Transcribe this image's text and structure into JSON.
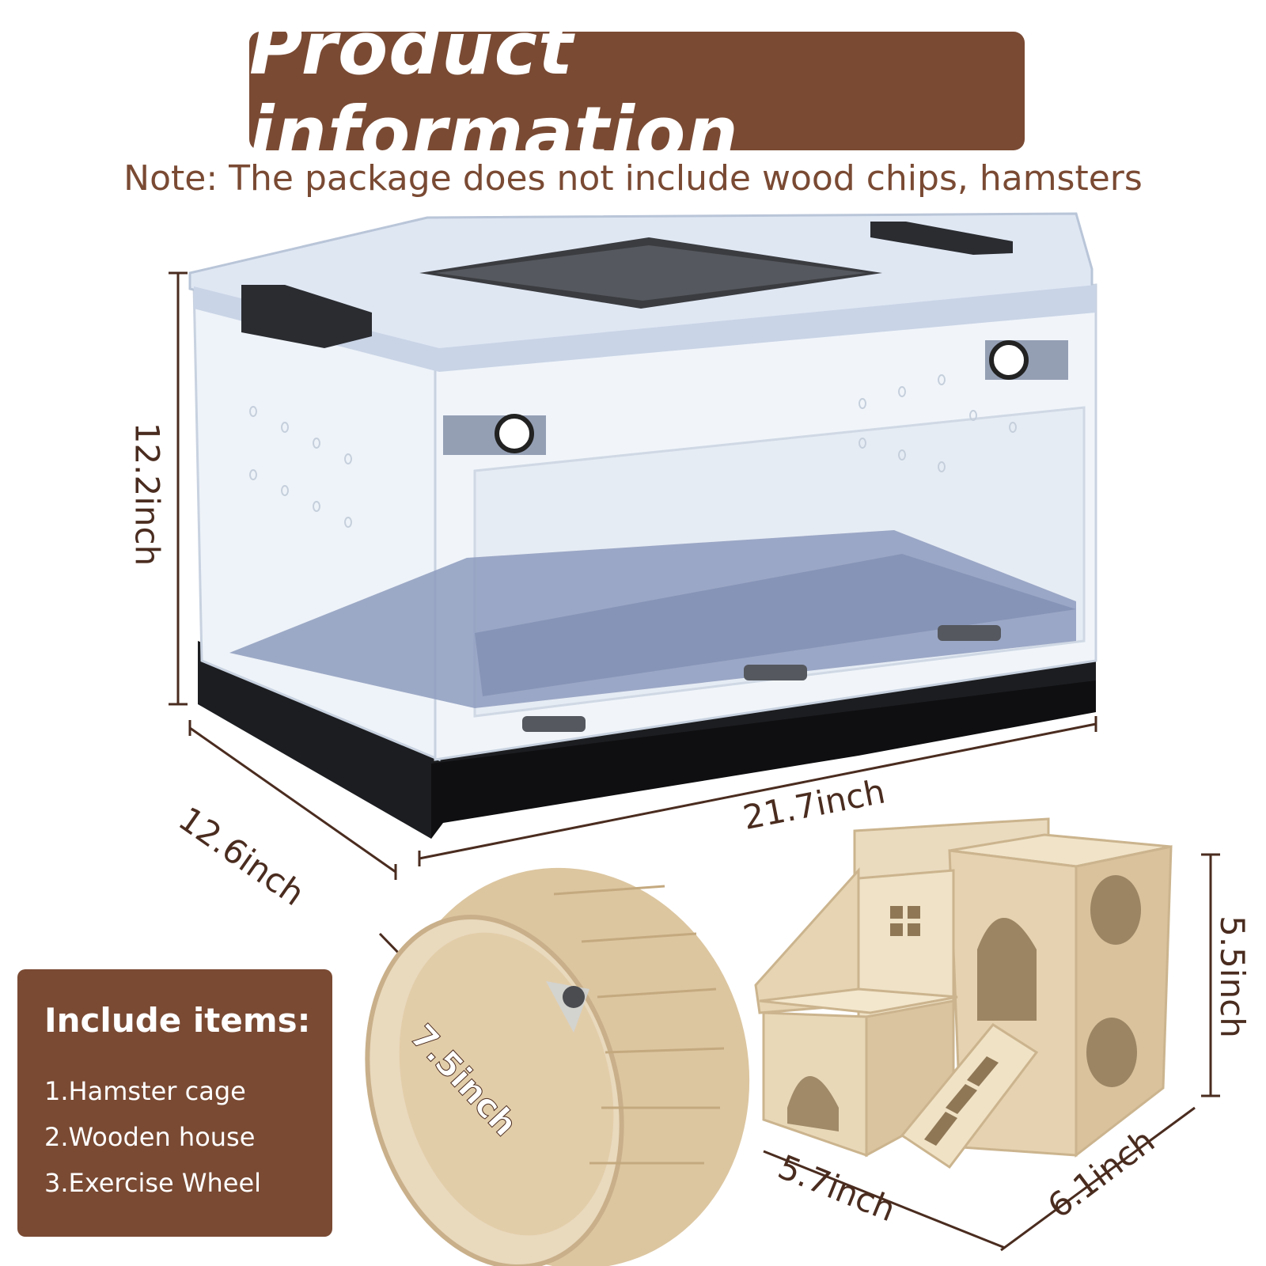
{
  "title": "Product information",
  "note": "Note: The package does not include wood chips, hamsters",
  "dimensions": {
    "cage_height": "12.2inch",
    "cage_depth": "12.6inch",
    "cage_width": "21.7inch",
    "wheel_diameter": "7.5inch",
    "house_height": "5.5inch",
    "house_width": "5.7inch",
    "house_depth": "6.1inch"
  },
  "include": {
    "title": "Include items:",
    "items": [
      "1.Hamster cage",
      "2.Wooden house",
      "3.Exercise Wheel"
    ]
  },
  "colors": {
    "brand_brown": "#7a4a33",
    "cage_base": "#1c1d20",
    "cage_plastic": "#e8eef6",
    "cage_tray": "#8d9bbd",
    "wood": "#e6d4b5"
  }
}
